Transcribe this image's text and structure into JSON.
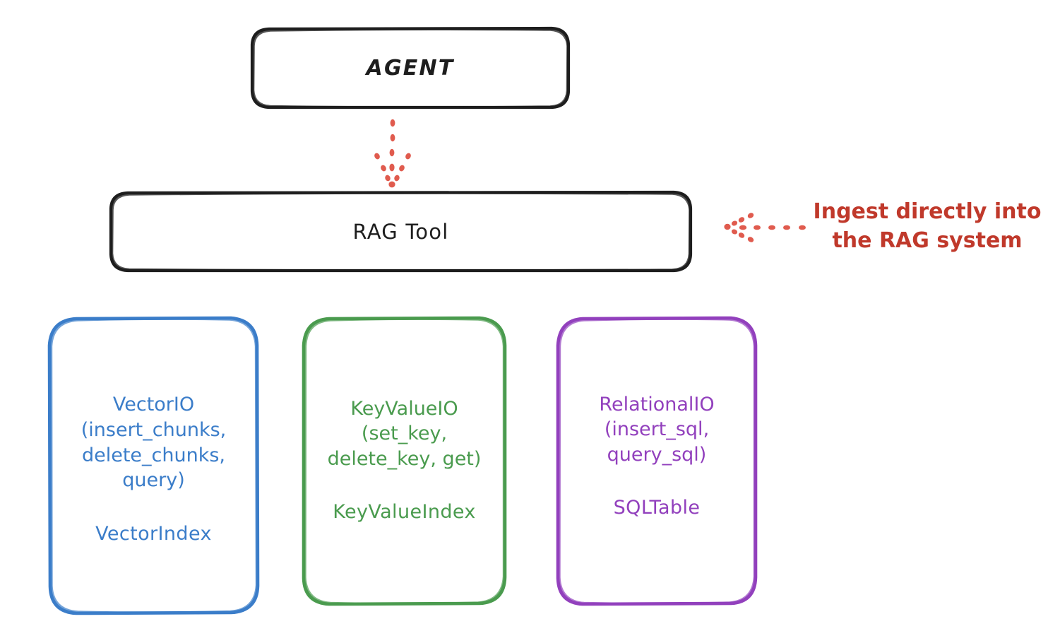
{
  "diagram": {
    "title_node": {
      "label": "AGENT"
    },
    "tool_node": {
      "label": "RAG Tool"
    },
    "annotation": {
      "text": "Ingest directly into\nthe RAG system"
    },
    "connectors": {
      "agent_to_rag": "dotted-arrow-down",
      "ingest_to_rag": "dotted-arrow-left"
    },
    "leaf_nodes": [
      {
        "api": "VectorIO\n(insert_chunks,\ndelete_chunks,\nquery)",
        "index": "VectorIndex",
        "color": "#3b7dc9"
      },
      {
        "api": "KeyValueIO\n(set_key,\ndelete_key, get)",
        "index": "KeyValueIndex",
        "color": "#4a9b4e"
      },
      {
        "api": "RelationalIO\n(insert_sql,\nquery_sql)",
        "index": "SQLTable",
        "color": "#9240bd"
      }
    ],
    "colors": {
      "stroke_black": "#1e1e1e",
      "accent_red": "#c0392b",
      "arrow_red": "#e05b4e",
      "background": "#ffffff"
    }
  }
}
